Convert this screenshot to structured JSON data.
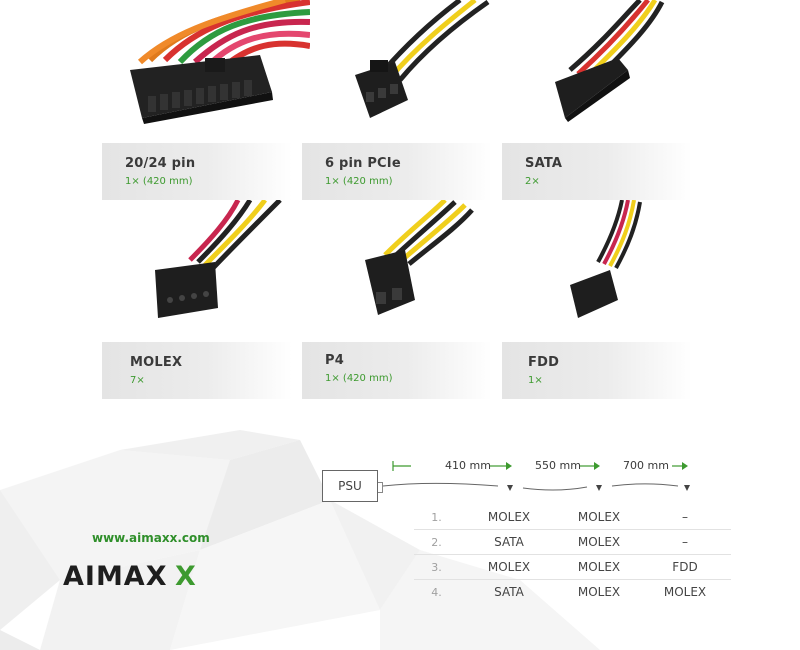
{
  "connectors": [
    {
      "name": "20/24 pin",
      "qty": "1× (420 mm)"
    },
    {
      "name": "6 pin PCIe",
      "qty": "1× (420 mm)"
    },
    {
      "name": "SATA",
      "qty": "2×"
    },
    {
      "name": "MOLEX",
      "qty": "7×"
    },
    {
      "name": "P4",
      "qty": "1× (420 mm)"
    },
    {
      "name": "FDD",
      "qty": "1×"
    }
  ],
  "diagram": {
    "psu_label": "PSU",
    "segments": [
      "410 mm",
      "550 mm",
      "700 mm"
    ]
  },
  "table": {
    "rows": [
      {
        "index": "1.",
        "c1": "MOLEX",
        "c2": "MOLEX",
        "c3": "–"
      },
      {
        "index": "2.",
        "c1": "SATA",
        "c2": "MOLEX",
        "c3": "–"
      },
      {
        "index": "3.",
        "c1": "MOLEX",
        "c2": "MOLEX",
        "c3": "FDD"
      },
      {
        "index": "4.",
        "c1": "SATA",
        "c2": "MOLEX",
        "c3": "MOLEX"
      }
    ]
  },
  "brand": {
    "website": "www.aimaxx.com",
    "logo_text": "AIMAXX",
    "accent_color": "#3d9a2f",
    "dark_color": "#1e1e1e"
  }
}
